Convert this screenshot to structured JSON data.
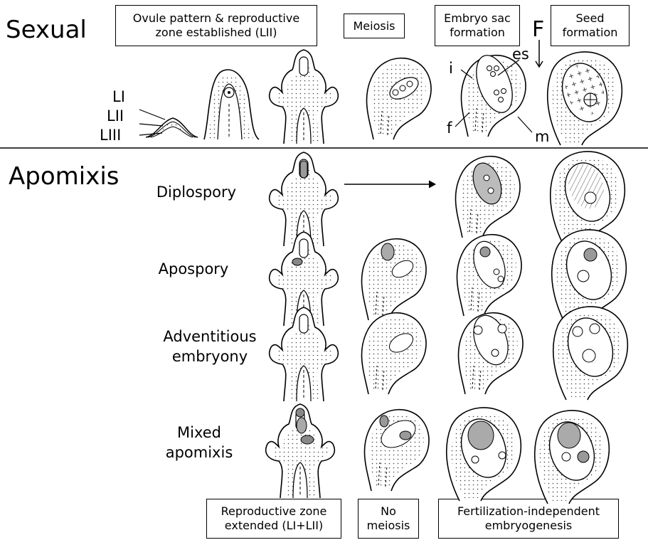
{
  "sexual": {
    "title": "Sexual",
    "stage_boxes": [
      "Ovule pattern & reproductive\nzone established (LII)",
      "Meiosis",
      "Embryo sac\nformation",
      "Seed\nformation"
    ],
    "layer_labels": [
      "LI",
      "LII",
      "LIII"
    ],
    "marker_F": "F",
    "annotations": {
      "i": "i",
      "es": "es",
      "f": "f",
      "m": "m"
    }
  },
  "apomixis": {
    "title": "Apomixis",
    "rows": [
      {
        "label": "Diplospory"
      },
      {
        "label": "Apospory"
      },
      {
        "label": "Adventitious\nembryony"
      },
      {
        "label": "Mixed\napomixis"
      }
    ],
    "bottom_boxes": [
      "Reproductive zone\nextended (LI+LII)",
      "No\nmeiosis",
      "Fertilization-independent\nembryogenesis"
    ]
  }
}
